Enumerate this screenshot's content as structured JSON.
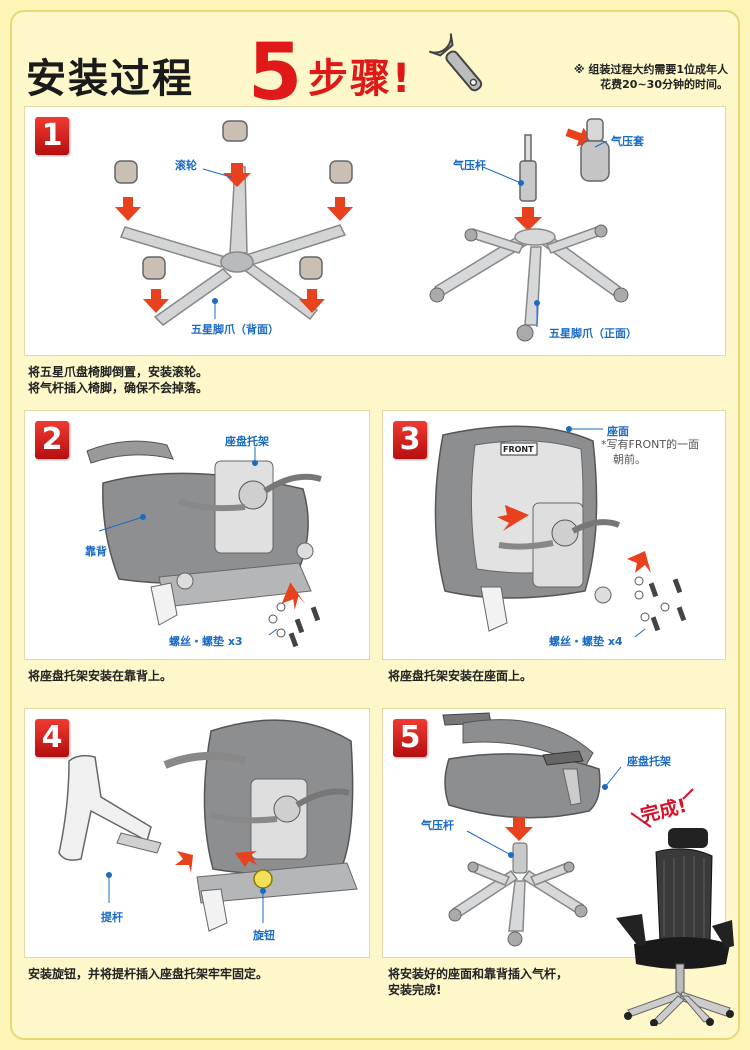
{
  "header": {
    "title_part1": "安装过程",
    "title_number": "5",
    "title_part2": "步骤!",
    "note_line1": "※ 组装过程大约需要1位成年人",
    "note_line2": "花费20~30分钟的时间。"
  },
  "steps": [
    {
      "number": "1",
      "labels": {
        "caster": "滚轮",
        "base_back": "五星脚爪（背面）",
        "gas_lift": "气压杆",
        "gas_sleeve": "气压套",
        "base_front": "五星脚爪（正面）"
      },
      "caption_line1": "将五星爪盘椅脚倒置，安装滚轮。",
      "caption_line2": "将气杆插入椅脚，确保不会掉落。"
    },
    {
      "number": "2",
      "labels": {
        "seat_bracket": "座盘托架",
        "backrest": "靠背",
        "screws": "螺丝・螺垫 x3"
      },
      "caption_line1": "将座盘托架安装在靠背上。"
    },
    {
      "number": "3",
      "labels": {
        "seat": "座面",
        "front_note_line1": "*写有FRONT的一面",
        "front_note_line2": "朝前。",
        "front_text": "FRONT",
        "screws": "螺丝・螺垫 x4"
      },
      "caption_line1": "将座盘托架安装在座面上。"
    },
    {
      "number": "4",
      "labels": {
        "lever": "提杆",
        "knob": "旋钮"
      },
      "caption_line1": "安装旋钮，并将提杆插入座盘托架牢牢固定。"
    },
    {
      "number": "5",
      "labels": {
        "seat_bracket": "座盘托架",
        "gas_lift": "气压杆"
      },
      "caption_line1": "将安装好的座面和靠背插入气杆，",
      "caption_line2": "安装完成!",
      "done": "完成!"
    }
  ],
  "colors": {
    "background": "#fdf7c9",
    "title_red": "#e01818",
    "label_blue": "#1a6bc4",
    "arrow_red": "#e8411e",
    "badge_red": "#d8221c"
  }
}
